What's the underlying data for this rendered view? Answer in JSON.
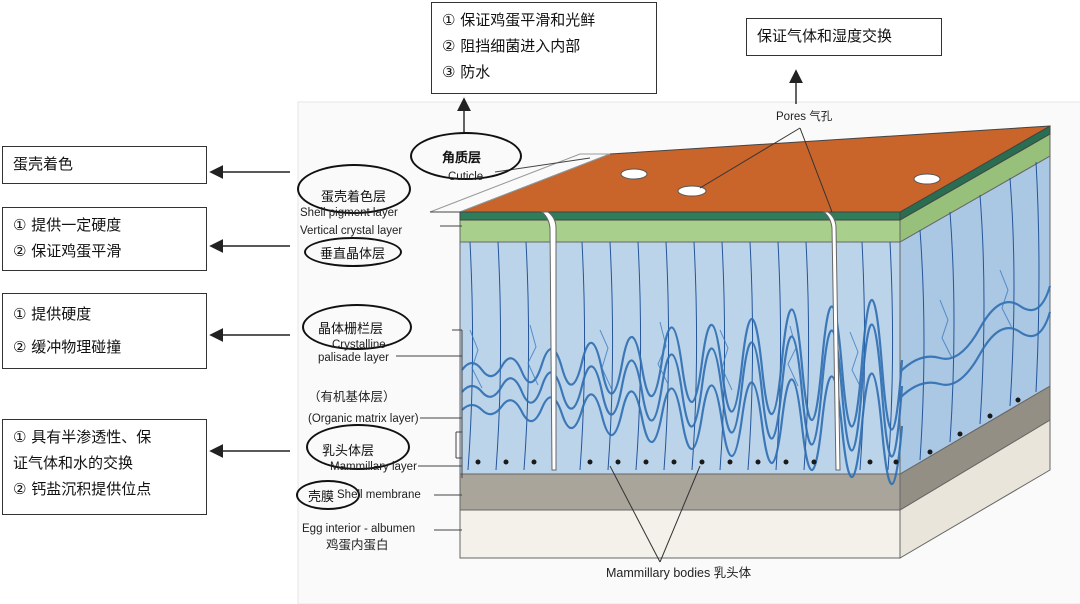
{
  "annotation_boxes": {
    "cuticle_functions": [
      "① 保证鸡蛋平滑和光鲜",
      "② 阻挡细菌进入内部",
      "③ 防水"
    ],
    "pores_function": "保证气体和湿度交换",
    "pigment_function": "蛋壳着色",
    "vertical_crystal_functions": [
      "① 提供一定硬度",
      "② 保证鸡蛋平滑"
    ],
    "palisade_functions": [
      "① 提供硬度",
      "② 缓冲物理碰撞"
    ],
    "mammillary_functions": [
      "① 具有半渗透性、保",
      "证气体和水的交换",
      "② 钙盐沉积提供位点"
    ]
  },
  "circled_labels": {
    "cuticle": "角质层",
    "pigment": "蛋壳着色层",
    "vertical_crystal": "垂直晶体层",
    "palisade": "晶体栅栏层",
    "mammillary": "乳头体层",
    "shell_membrane": "壳膜"
  },
  "diagram_labels": {
    "cuticle_en": "Cuticle",
    "pores": "Pores 气孔",
    "pigment_en": "Shell pigment layer",
    "vertical_en": "Vertical crystal layer",
    "palisade_en_1": "Crystalline",
    "palisade_en_2": "palisade layer",
    "organic_cn": "（有机基体层）",
    "organic_en": "(Organic matrix layer)",
    "mammillary_en": "Mammillary layer",
    "shell_membrane_en": "Shell membrane",
    "interior_en": "Egg interior - albumen",
    "interior_cn": "鸡蛋内蛋白",
    "mammillary_bodies": "Mammillary bodies  乳头体"
  },
  "colors": {
    "cuticle_top": "#c9642a",
    "pigment_layer": "#2e7d5a",
    "vertical_layer": "#a9cf8e",
    "palisade": "#b9d3ea",
    "palisade_dark": "#2f6fb2",
    "membrane": "#a8a49a",
    "interior": "#f2efe6"
  }
}
